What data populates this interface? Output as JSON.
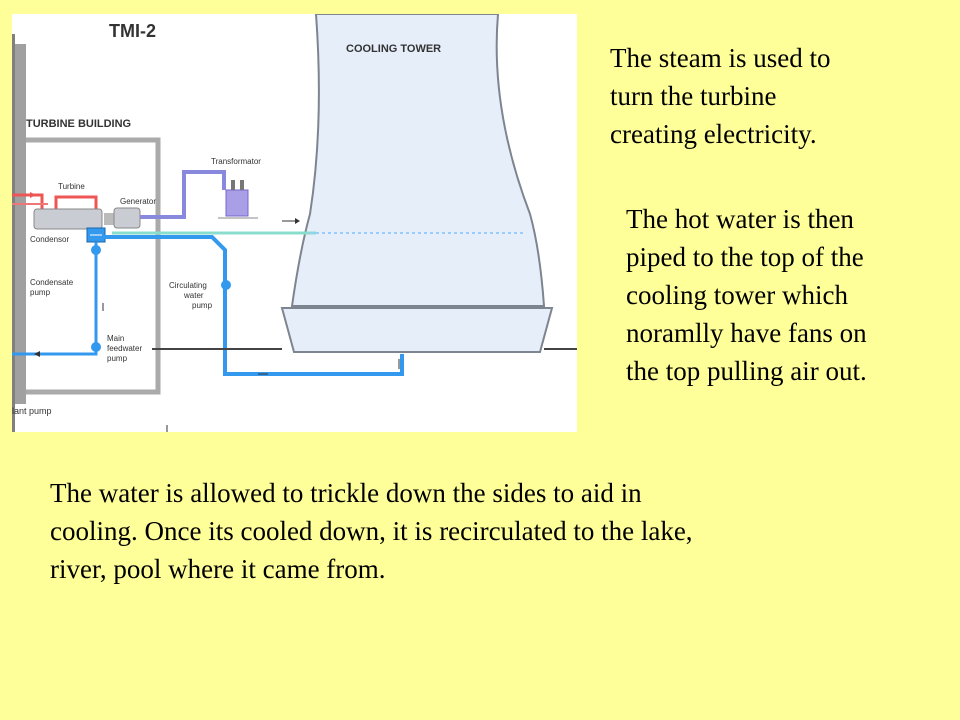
{
  "diagram": {
    "title": "TMI-2",
    "labels": {
      "cooling_tower": "COOLING TOWER",
      "turbine_building": "TURBINE BUILDING",
      "transformator": "Transformator",
      "turbine": "Turbine",
      "generator": "Generator",
      "condensor": "Condensor",
      "condensate_pump": [
        "Condensate",
        "pump"
      ],
      "circulating_water_pump": [
        "Circulating",
        "water",
        "pump"
      ],
      "main_feedwater_pump": [
        "Main",
        "feedwater",
        "pump"
      ],
      "plant_pump_partial": "lant pump"
    }
  },
  "captions": {
    "steam": [
      "The steam is used to",
      "turn the turbine",
      "creating electricity."
    ],
    "hot_water": [
      "The hot water is then",
      "piped to the top of the",
      "cooling tower which",
      "noramlly have fans on",
      "the top pulling air out."
    ],
    "trickle": [
      "The water is allowed to trickle down the sides to aid in",
      "cooling.  Once its cooled down,  it is recirculated to the lake,",
      "river, pool where it came from."
    ]
  },
  "colors": {
    "background": "#ffff99",
    "tower_fill": "#e6eefa",
    "tower_stroke": "#7d8590",
    "water_pipe": "#3399ee",
    "steam_pipe": "#ee5555",
    "power_line": "#8888dd"
  }
}
